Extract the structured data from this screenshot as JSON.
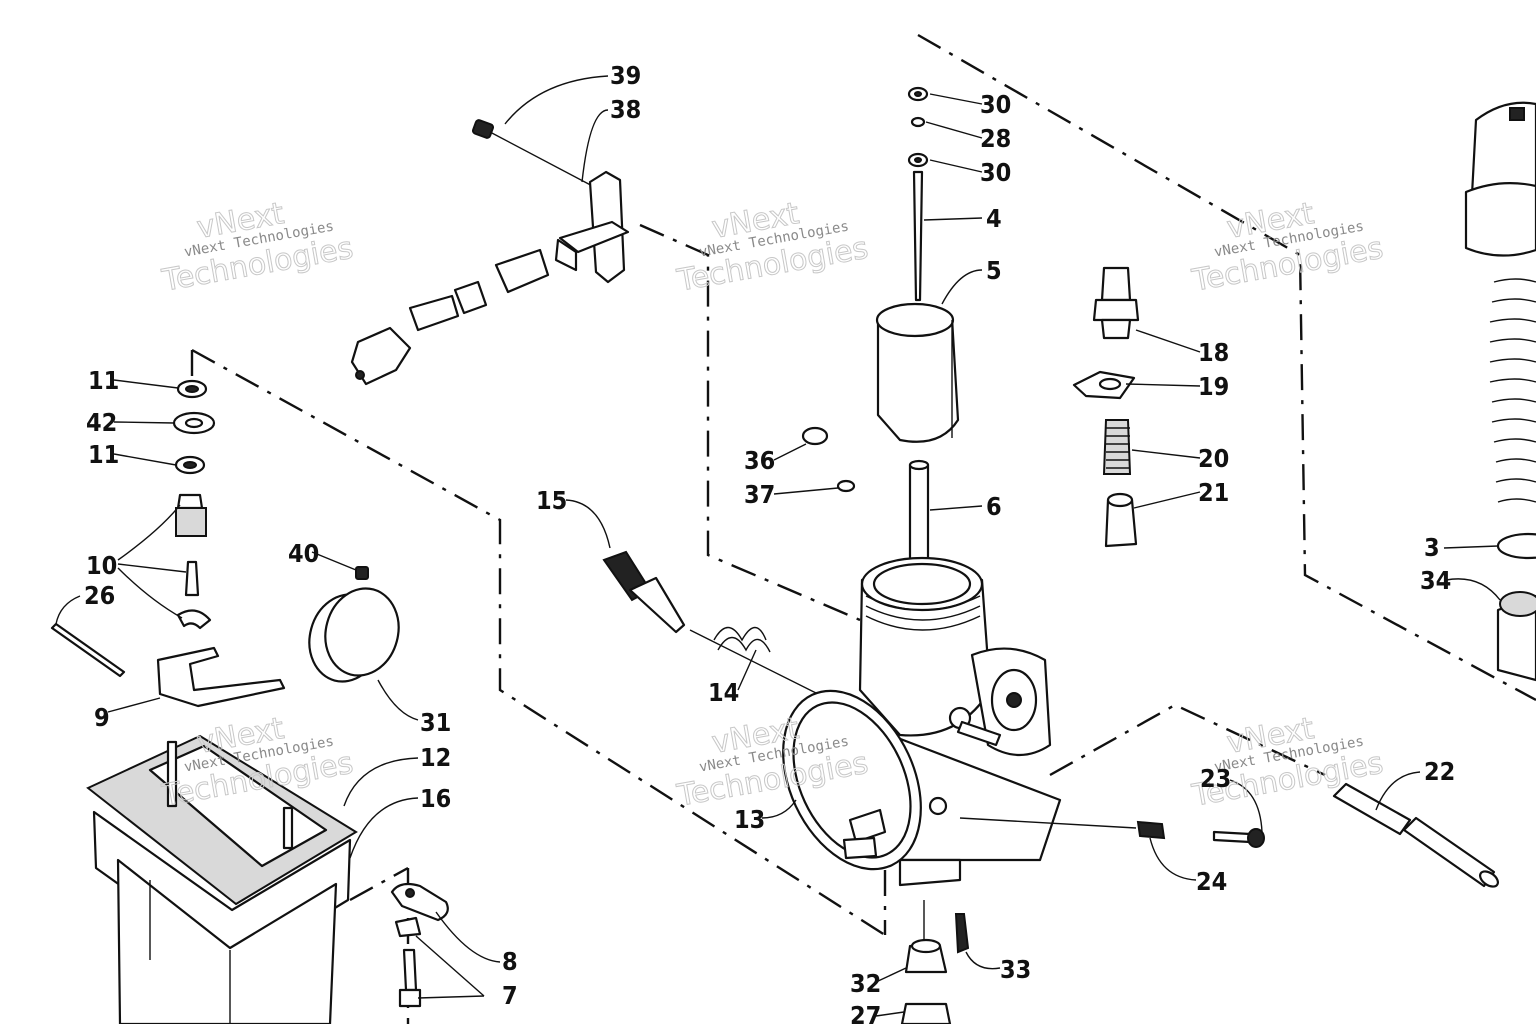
{
  "diagram": {
    "callouts": [
      "39",
      "38",
      "30",
      "28",
      "30",
      "4",
      "5",
      "18",
      "19",
      "20",
      "21",
      "36",
      "37",
      "6",
      "15",
      "14",
      "13",
      "11",
      "42",
      "11",
      "10",
      "26",
      "9",
      "40",
      "31",
      "12",
      "16",
      "8",
      "7",
      "3",
      "34",
      "22",
      "23",
      "24",
      "32",
      "33",
      "27"
    ],
    "watermark": {
      "line1": "vNext",
      "line2": "vNext Technologies",
      "line3": "Technologies"
    }
  }
}
